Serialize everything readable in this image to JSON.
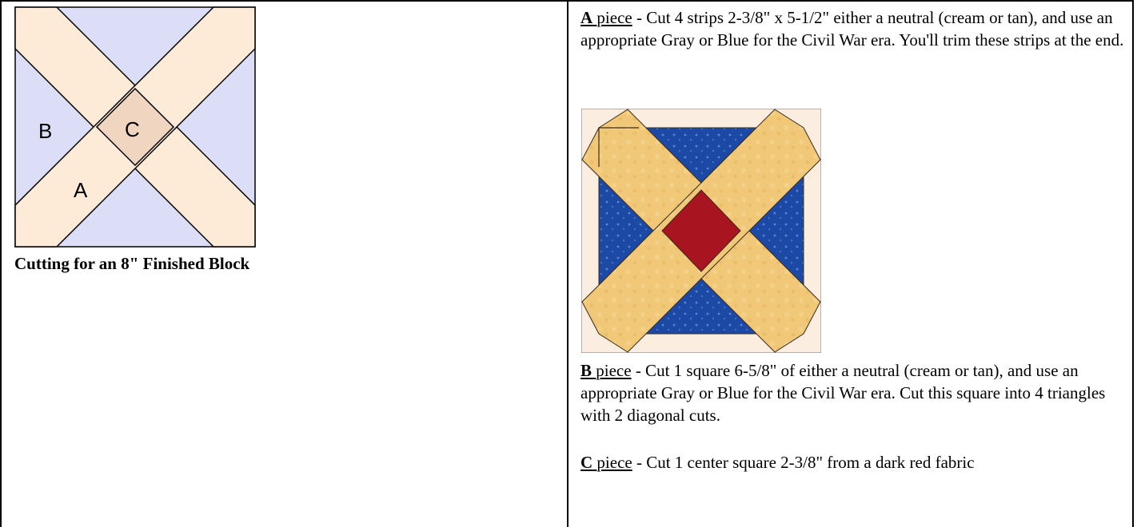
{
  "diagram": {
    "labels": {
      "a": "A",
      "b": "B",
      "c": "C"
    },
    "colors": {
      "b_fill": "#dcdef8",
      "a_fill": "#fdebd8",
      "c_fill": "#f0d6c0",
      "line": "#000000"
    }
  },
  "caption": "Cutting for an 8\" Finished Block",
  "pieces": {
    "a": {
      "letter": "A",
      "word": "piece",
      "text": " - Cut 4 strips 2-3/8\" x 5-1/2\" either a neutral (cream or tan), and use an appropriate Gray or Blue for the Civil War era.  You'll trim these strips at the end."
    },
    "b": {
      "letter": "B",
      "word": "piece",
      "text": " - Cut 1 square  6-5/8\" of either a neutral (cream or tan), and use an appropriate Gray or Blue for the Civil War era.   Cut this square into 4 triangles with 2 diagonal cuts."
    },
    "c": {
      "letter": "C",
      "word": "piece",
      "text": " - Cut 1 center square 2-3/8\" from a dark red fabric"
    }
  },
  "block_image": {
    "colors": {
      "background": "#fbeee0",
      "blue": "#1c49a6",
      "gold": "#f0c878",
      "red": "#a81420",
      "outline": "#3a2a1a"
    }
  }
}
